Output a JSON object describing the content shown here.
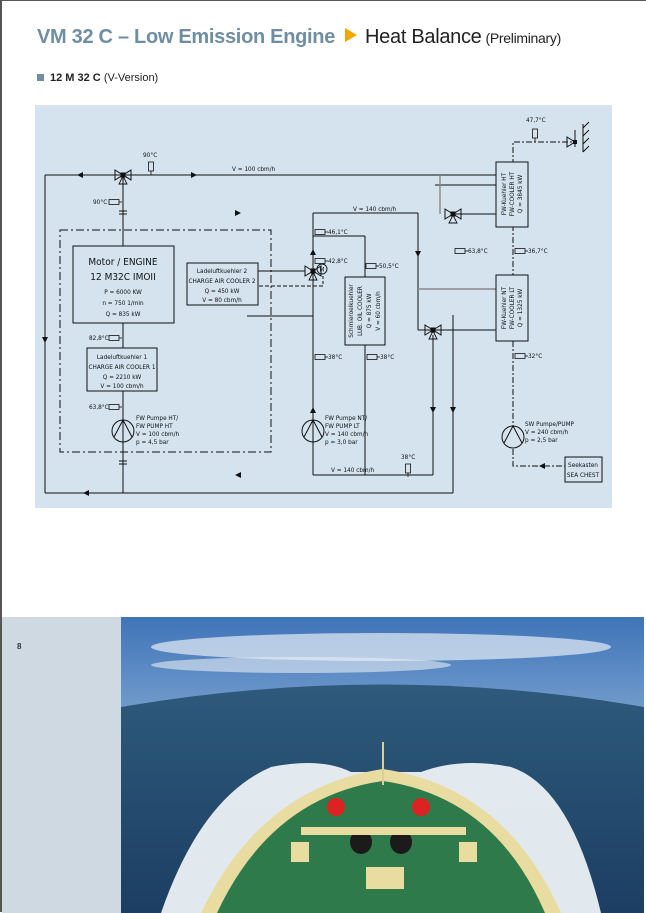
{
  "header": {
    "title_main": "VM 32 C – Low Emission Engine",
    "title_section": "Heat Balance",
    "title_note": "(Preliminary)",
    "subtitle_bold": "12 M 32 C",
    "subtitle_rest": "(V-Version)",
    "accent_color": "#6f8ea3",
    "arrow_color": "#f0a800"
  },
  "diagram": {
    "background": "#d4e3ee",
    "engine": {
      "line1": "Motor / ENGINE",
      "line2": "12 M32C IMOII",
      "power": "P = 6000 KW",
      "speed": "n = 750 1/min",
      "heat": "Q = 835 kW"
    },
    "cac2": {
      "de": "Ladeluftkuehler 2",
      "en": "CHARGE AIR COOLER 2",
      "heat": "Q = 450 kW",
      "flow": "V = 80 cbm/h"
    },
    "cac1": {
      "de": "Ladeluftkuehler 1",
      "en": "CHARGE AIR COOLER 1",
      "heat": "Q = 2210 kW",
      "flow": "V = 100 cbm/h"
    },
    "lub_cooler": {
      "de": "Schmieroelkuehler",
      "en": "LUB. OIL COOLER",
      "heat": "Q = 875 kW",
      "flow": "V = 60 cbm/h"
    },
    "ht_cooler": {
      "de": "FW-Kuehler HT",
      "en": "FW-COOLER HT",
      "heat": "Q = 3845 kW"
    },
    "lt_cooler": {
      "de": "FW-Kuehler NT",
      "en": "FW-COOLER LT",
      "heat": "Q = 1325 kW"
    },
    "pump_ht": {
      "de": "FW Pumpe HT/",
      "en": "FW PUMP HT",
      "flow": "V = 100 cbm/h",
      "pressure": "p = 4,5 bar"
    },
    "pump_lt": {
      "de": "FW Pumpe NT/",
      "en": "FW PUMP LT",
      "flow": "V = 140 cbm/h",
      "pressure": "p = 3,0 bar"
    },
    "pump_sw": {
      "name": "SW Pumpe/PUMP",
      "flow": "V = 240 cbm/h",
      "pressure": "p = 2,5 bar"
    },
    "sea_chest": {
      "de": "Seekasten",
      "en": "SEA CHEST"
    },
    "flows": {
      "ht_top": "V = 100 cbm/h",
      "lt_top": "V = 140 cbm/h",
      "lt_bottom": "V = 140 cbm/h"
    },
    "temps": {
      "t_top_valve": "90°C",
      "t_engine_in": "90°C",
      "t_engine_out": "82,8°C",
      "t_pump_ht": "63,8°C",
      "t_lt_461": "46,1°C",
      "t_lt_428": "42,8°C",
      "t_lub_505": "50,5°C",
      "t_lt_38a": "38°C",
      "t_lub_38": "38°C",
      "t_lt_bottom": "38°C",
      "t_sw_out": "47,7°C",
      "t_ht_638": "63,8°C",
      "t_sw_367": "36,7°C",
      "t_sw_32": "32°C"
    },
    "motor_valve_symbol": "M"
  },
  "page": {
    "number": "8"
  },
  "photo": {
    "description": "Ship bow cutting through ocean waves"
  }
}
